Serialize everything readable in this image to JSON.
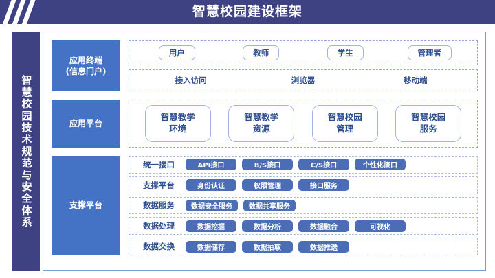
{
  "header": {
    "title": "智慧校园建设框架",
    "stripes_icon": "diagonal-stripes-icon",
    "bg_color": "#3e4283"
  },
  "sidebar": {
    "label": "智慧校园技术规范与安全体系",
    "bg_color": "#3e4283"
  },
  "colors": {
    "tier_label_blue": "#4472c4",
    "chip_blue": "#4a6db5",
    "text_blue": "#2f4f8f",
    "dashed_border": "#8fa8dd",
    "frame_border": "#7b9ad6"
  },
  "tiers": [
    {
      "label": "应用终端\n(信息门户)",
      "label_line1": "应用终端",
      "label_line2": "(信息门户)",
      "groups": [
        {
          "style": "pills",
          "items": [
            "用户",
            "教师",
            "学生",
            "管理者"
          ]
        },
        {
          "style": "text",
          "items": [
            "接入访问",
            "浏览器",
            "移动端"
          ]
        }
      ]
    },
    {
      "label": "应用平台",
      "groups": [
        {
          "style": "boxes",
          "items": [
            {
              "line1": "智慧教学",
              "line2": "环境"
            },
            {
              "line1": "智慧教学",
              "line2": "资源"
            },
            {
              "line1": "智慧校园",
              "line2": "管理"
            },
            {
              "line1": "智慧校园",
              "line2": "服务"
            }
          ]
        }
      ]
    },
    {
      "label": "支撑平台",
      "rows": [
        {
          "label": "统一接口",
          "chips": [
            "API接口",
            "B/S接口",
            "C/S接口",
            "个性化接口"
          ]
        },
        {
          "label": "支撑平台",
          "chips": [
            "身份认证",
            "权限管理",
            "接口服务"
          ]
        },
        {
          "label": "数据服务",
          "chips": [
            "数据安全服务",
            "数据共享服务"
          ]
        },
        {
          "label": "数据处理",
          "chips": [
            "数据挖掘",
            "数据分析",
            "数据融合",
            "可视化"
          ]
        },
        {
          "label": "数据交换",
          "chips": [
            "数据储存",
            "数据抽取",
            "数据推送"
          ]
        }
      ]
    }
  ]
}
